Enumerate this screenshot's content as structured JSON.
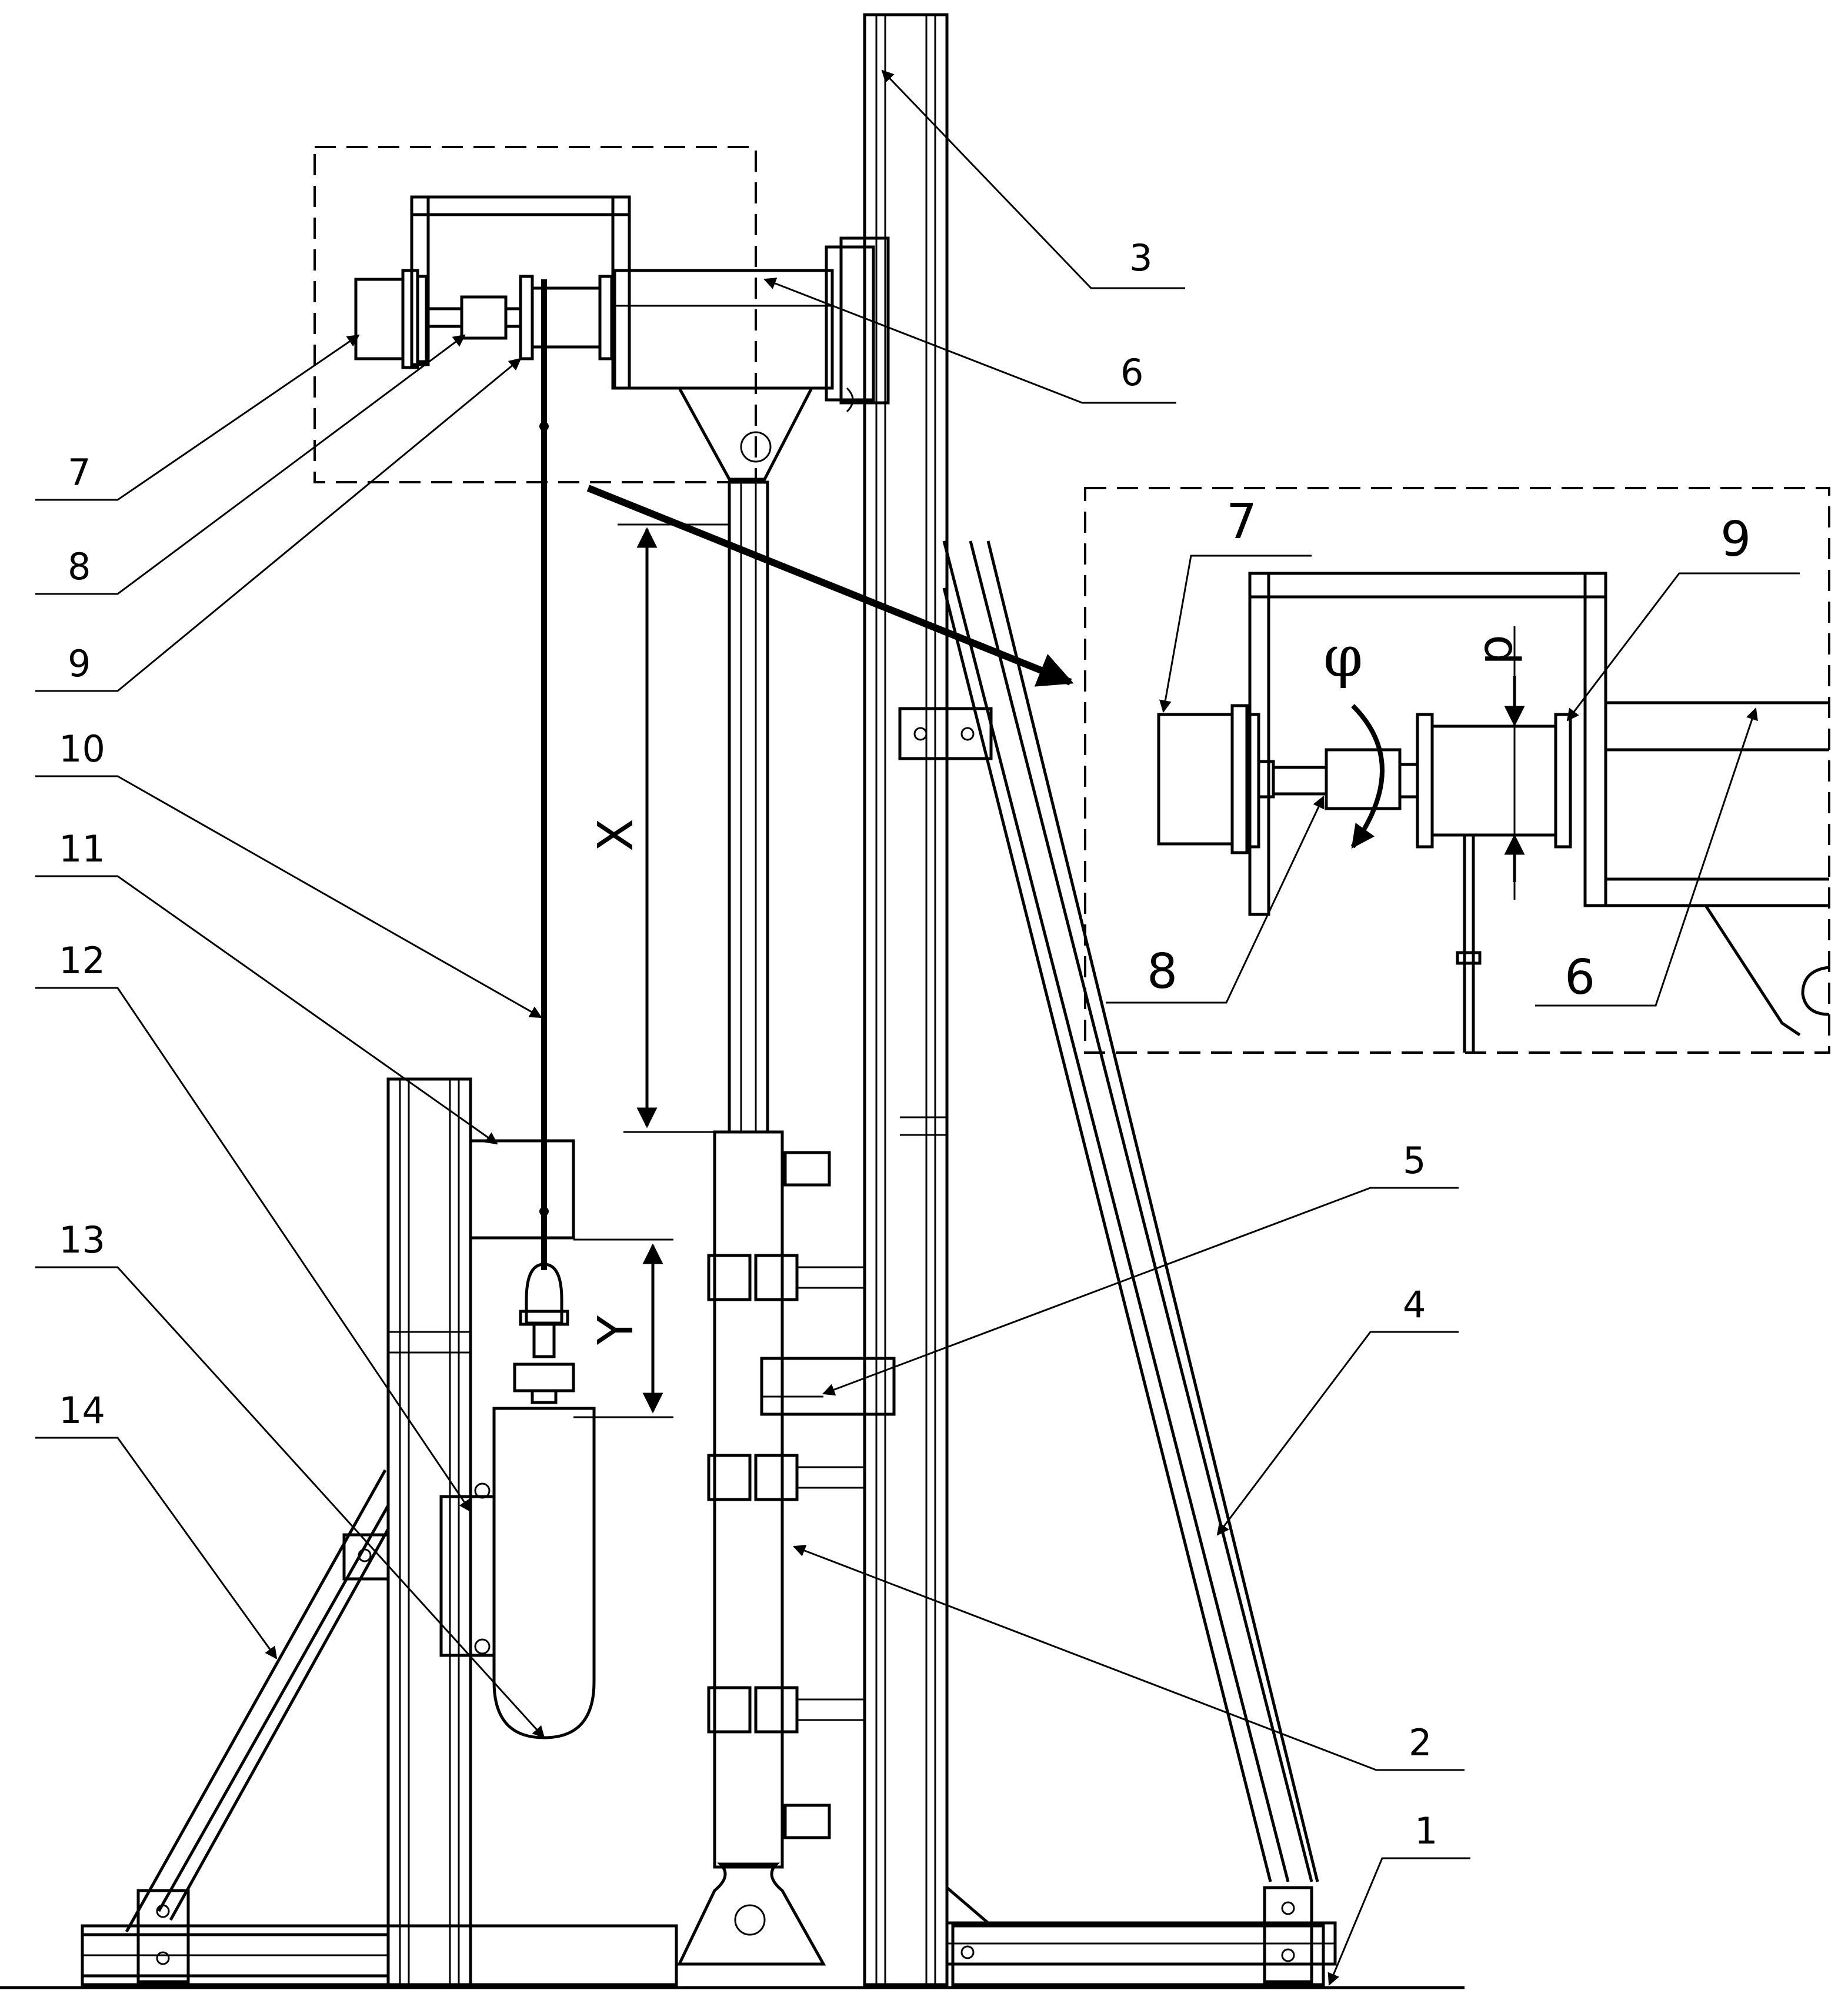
{
  "labels": {
    "n1": "1",
    "n2": "2",
    "n3": "3",
    "n4": "4",
    "n5": "5",
    "n6": "6",
    "n7": "7",
    "n8": "8",
    "n9": "9",
    "n10": "10",
    "n11": "11",
    "n12": "12",
    "n13": "13",
    "n14": "14"
  },
  "dimensions": {
    "x": "X",
    "y": "Y",
    "d": "d",
    "phi": "φ"
  },
  "detail": {
    "n7": "7",
    "n9": "9",
    "n8": "8",
    "n6": "6"
  }
}
